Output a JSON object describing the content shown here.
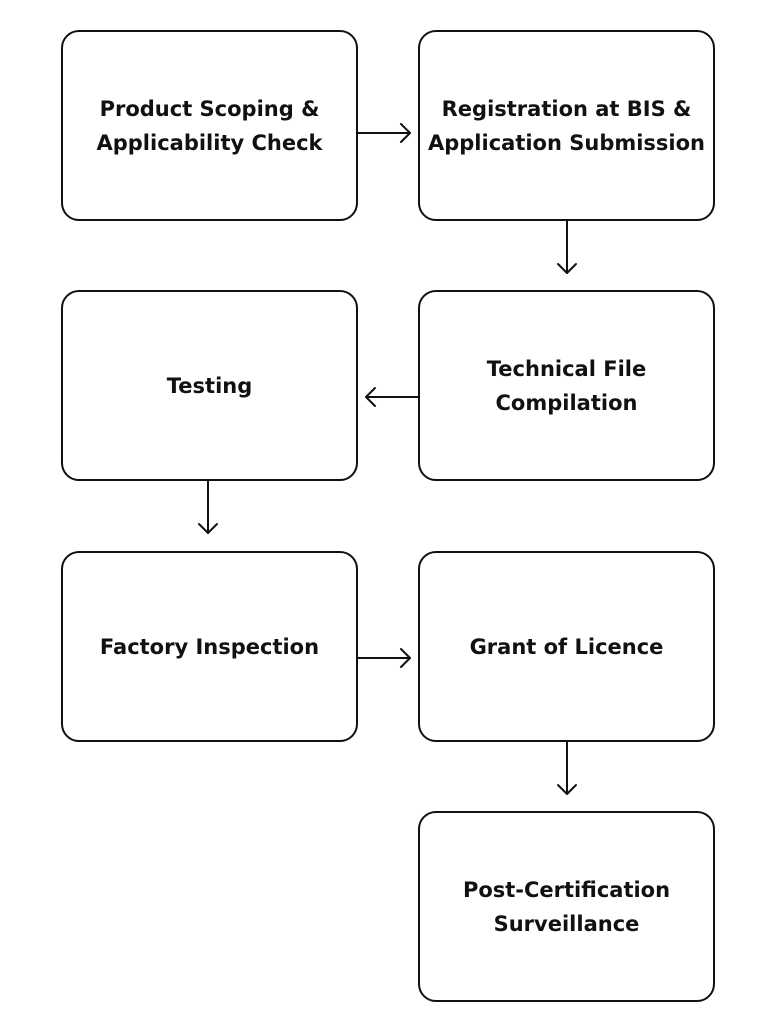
{
  "steps": [
    {
      "label": "Product Scoping &\nApplicability Check"
    },
    {
      "label": "Registration at BIS &\nApplication Submission"
    },
    {
      "label": "Technical File\nCompilation"
    },
    {
      "label": "Testing"
    },
    {
      "label": "Factory Inspection"
    },
    {
      "label": "Grant of Licence"
    },
    {
      "label": "Post-Certification\nSurveillance"
    }
  ],
  "colors": {
    "stroke": "#111111",
    "background": "#ffffff"
  }
}
